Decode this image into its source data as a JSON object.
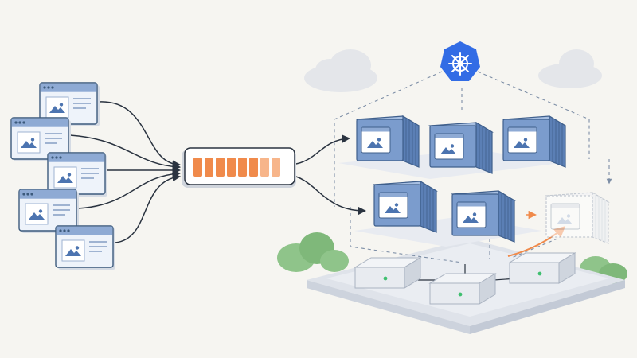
{
  "diagram": {
    "kind": "architecture-illustration",
    "text_labels": [],
    "colors": {
      "background": "#f6f5f1",
      "client_frame": "#3c5a7c",
      "client_titlebar": "#8eaad4",
      "client_body": "#eef3fa",
      "queue_fill": "#f08a4b",
      "queue_fill_light": "#f7b58a",
      "node_blue": "#7b9ccd",
      "node_blue_dark": "#3f5f8c",
      "kubernetes_blue": "#326ce5",
      "platform": "#e3e7ee",
      "server": "#e8ebf0",
      "status_led": "#3fbf6f",
      "tree_green": "#7fb87a",
      "cloud": "#e4e6ea",
      "scale_arrow": "#f08a4b",
      "connector": "#2a3340",
      "dashed": "#7d8ea6"
    },
    "clients": [
      {
        "id": "client-1",
        "icon": "image-placeholder-icon"
      },
      {
        "id": "client-2",
        "icon": "image-placeholder-icon"
      },
      {
        "id": "client-3",
        "icon": "image-placeholder-icon"
      },
      {
        "id": "client-4",
        "icon": "image-placeholder-icon"
      },
      {
        "id": "client-5",
        "icon": "image-placeholder-icon"
      }
    ],
    "queue": {
      "segments_filled": 6,
      "segments_light": 2
    },
    "orchestrator": {
      "icon": "kubernetes-helm-icon"
    },
    "nodes": [
      {
        "id": "node-1",
        "state": "active"
      },
      {
        "id": "node-2",
        "state": "active"
      },
      {
        "id": "node-3",
        "state": "active"
      },
      {
        "id": "node-4",
        "state": "active"
      },
      {
        "id": "node-5",
        "state": "active"
      },
      {
        "id": "node-6",
        "state": "pending"
      }
    ],
    "servers": [
      {
        "id": "server-1",
        "icon": "server-icon"
      },
      {
        "id": "server-2",
        "icon": "server-icon"
      },
      {
        "id": "server-3",
        "icon": "server-icon"
      }
    ]
  }
}
